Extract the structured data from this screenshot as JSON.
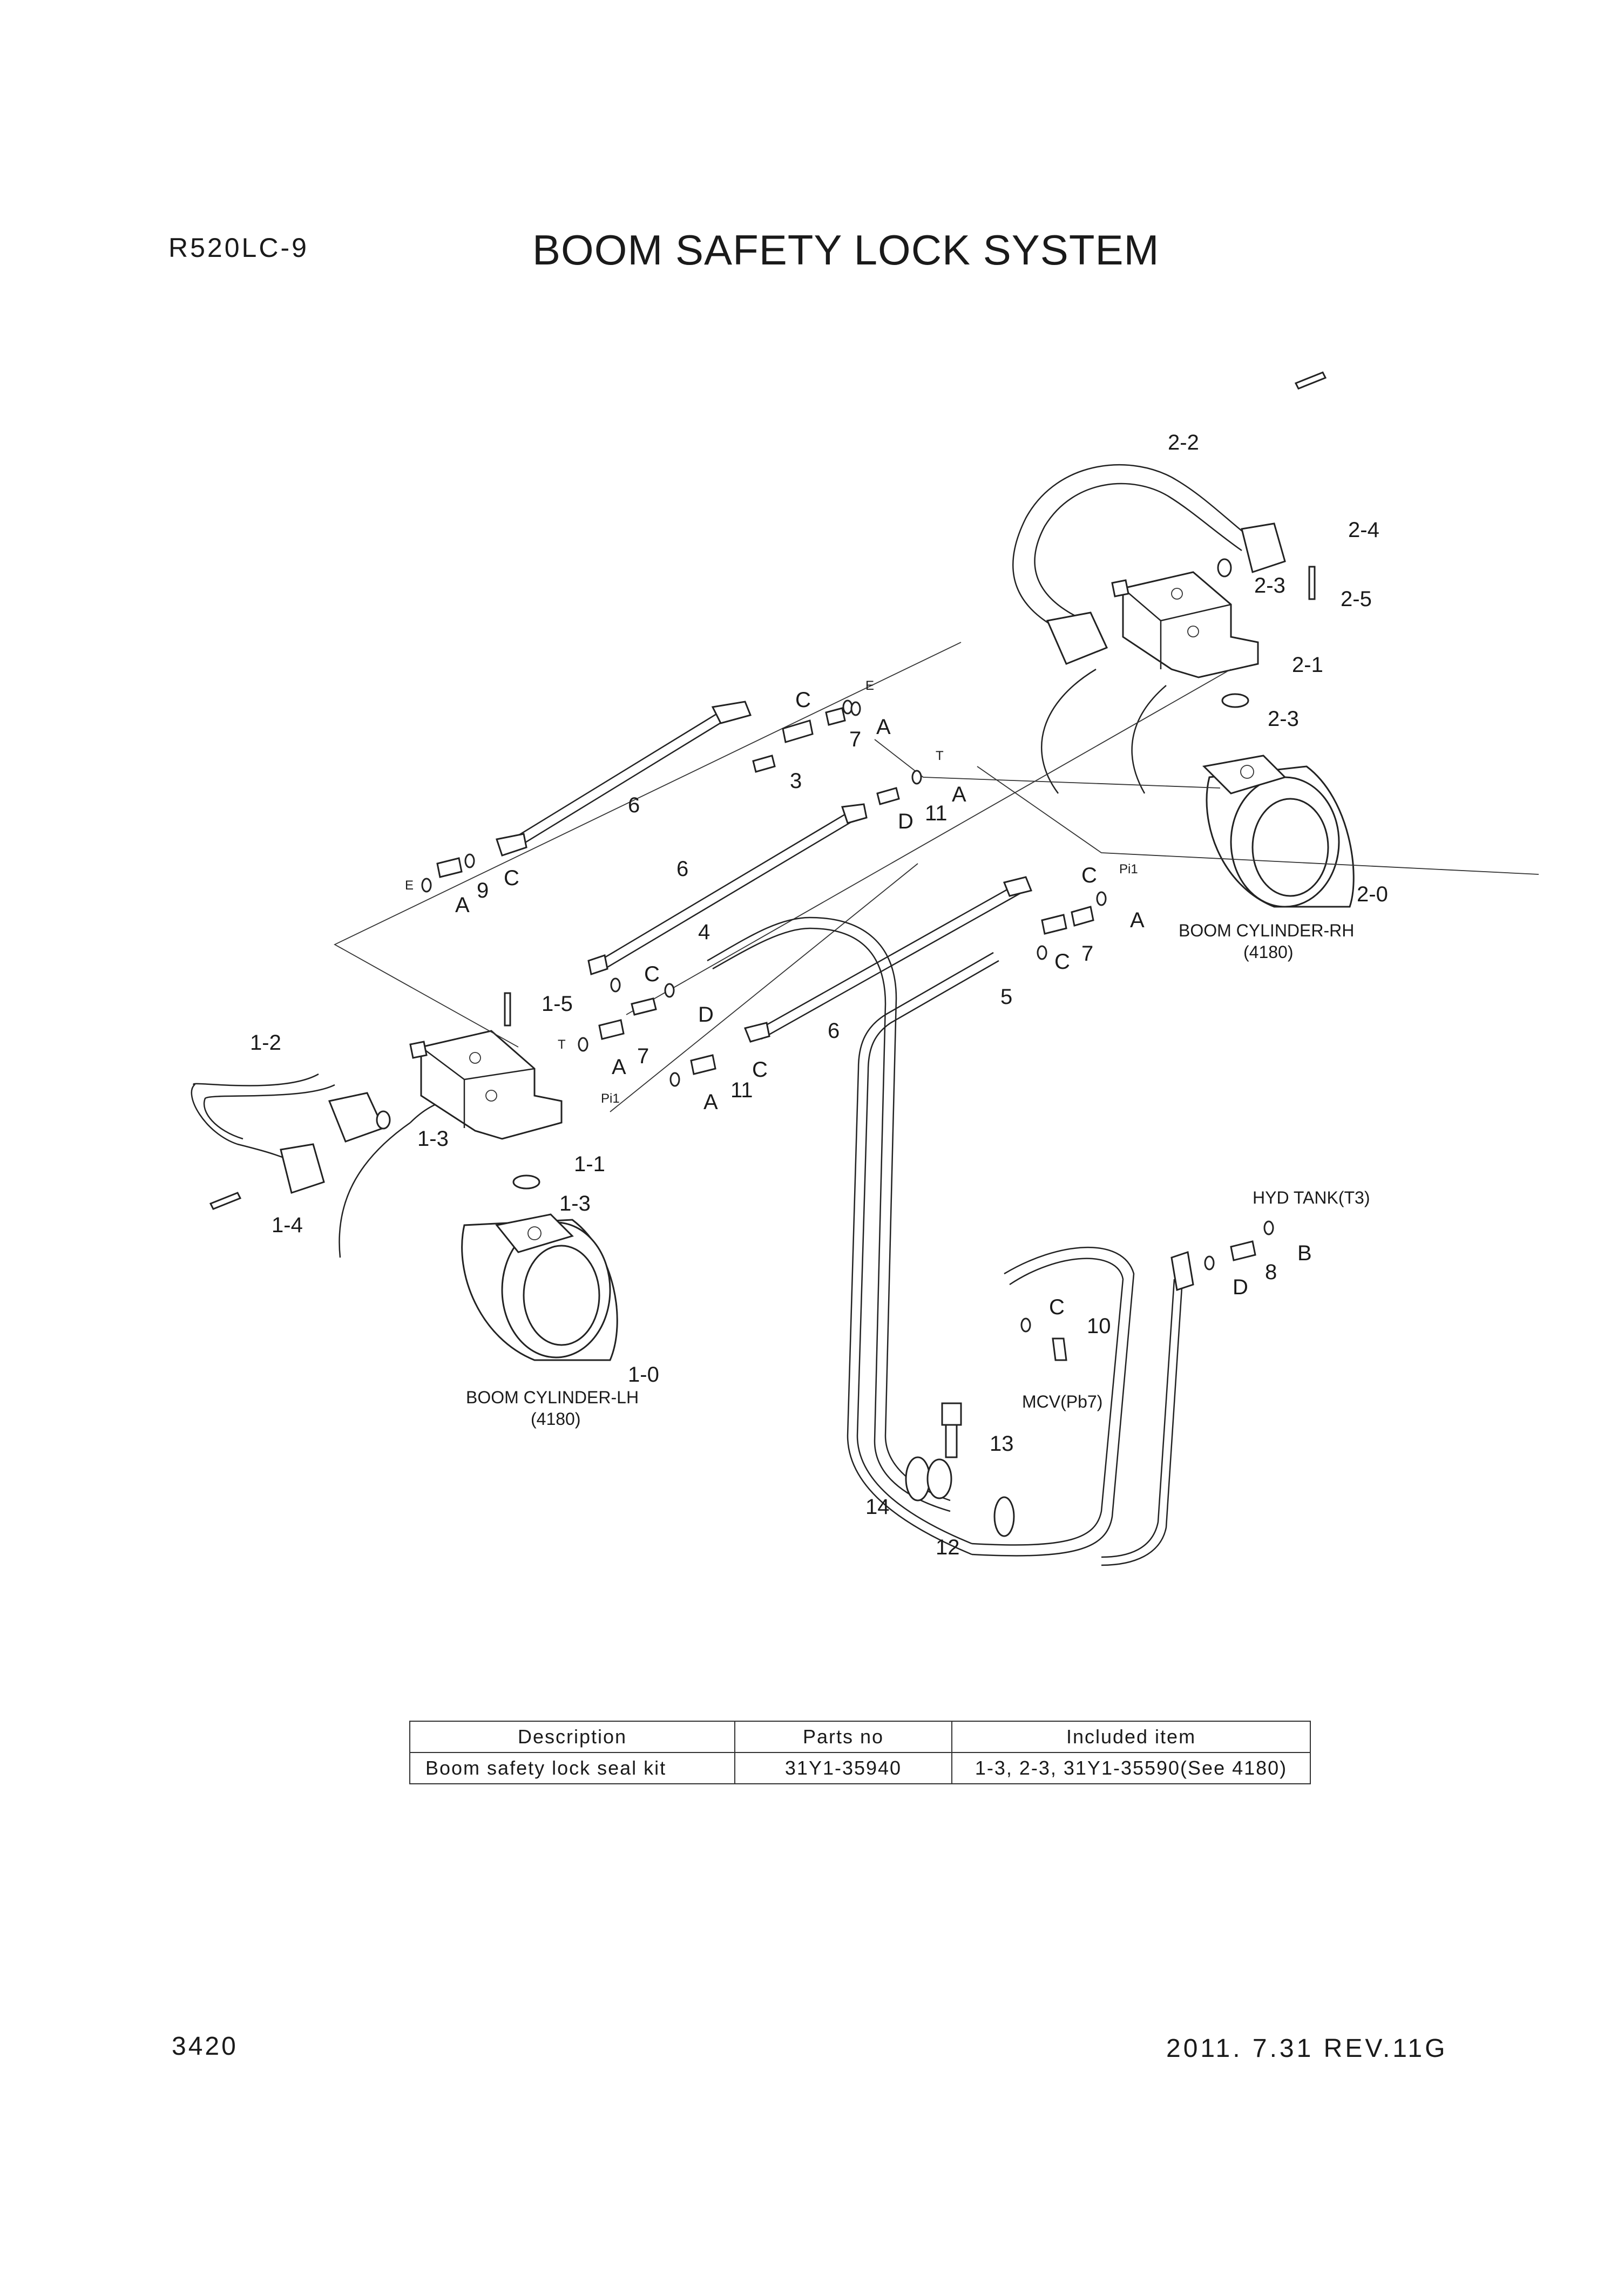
{
  "header": {
    "model": "R520LC-9",
    "title": "BOOM SAFETY LOCK SYSTEM"
  },
  "footer": {
    "page": "3420",
    "revision": "2011. 7.31  REV.11G"
  },
  "callouts": {
    "c2_2": "2-2",
    "c2_4": "2-4",
    "c2_3a": "2-3",
    "c2_5": "2-5",
    "c2_1": "2-1",
    "c2_3b": "2-3",
    "c2_0": "2-0",
    "c1_2": "1-2",
    "c1_5": "1-5",
    "c1_3a": "1-3",
    "c1_1": "1-1",
    "c1_3b": "1-3",
    "c1_4": "1-4",
    "c1_0": "1-0",
    "n3": "3",
    "n4": "4",
    "n5": "5",
    "n6a": "6",
    "n6b": "6",
    "n6c": "6",
    "n7a": "7",
    "n7b": "7",
    "n7c": "7",
    "n8": "8",
    "n9": "9",
    "n10": "10",
    "n11a": "11",
    "n11b": "11",
    "n12": "12",
    "n13": "13",
    "n14": "14",
    "pA1": "A",
    "pA2": "A",
    "pA3": "A",
    "pA4": "A",
    "pA5": "A",
    "pA6": "A",
    "pB": "B",
    "pC1": "C",
    "pC2": "C",
    "pC3": "C",
    "pC4": "C",
    "pC5": "C",
    "pC6": "C",
    "pC7": "C",
    "pD1": "D",
    "pD2": "D",
    "pD3": "D",
    "pE1": "E",
    "pE2": "E",
    "pT1": "T",
    "pT2": "T",
    "pPi1a": "Pi1",
    "pPi1b": "Pi1"
  },
  "labels": {
    "boom_cyl_rh": "BOOM CYLINDER-RH",
    "boom_cyl_rh_ref": "(4180)",
    "boom_cyl_lh": "BOOM CYLINDER-LH",
    "boom_cyl_lh_ref": "(4180)",
    "hyd_tank": "HYD TANK(T3)",
    "mcv": "MCV(Pb7)"
  },
  "kit_table": {
    "headers": [
      "Description",
      "Parts no",
      "Included item"
    ],
    "rows": [
      [
        "Boom safety lock seal kit",
        "31Y1-35940",
        "1-3, 2-3, 31Y1-35590(See 4180)"
      ]
    ]
  }
}
